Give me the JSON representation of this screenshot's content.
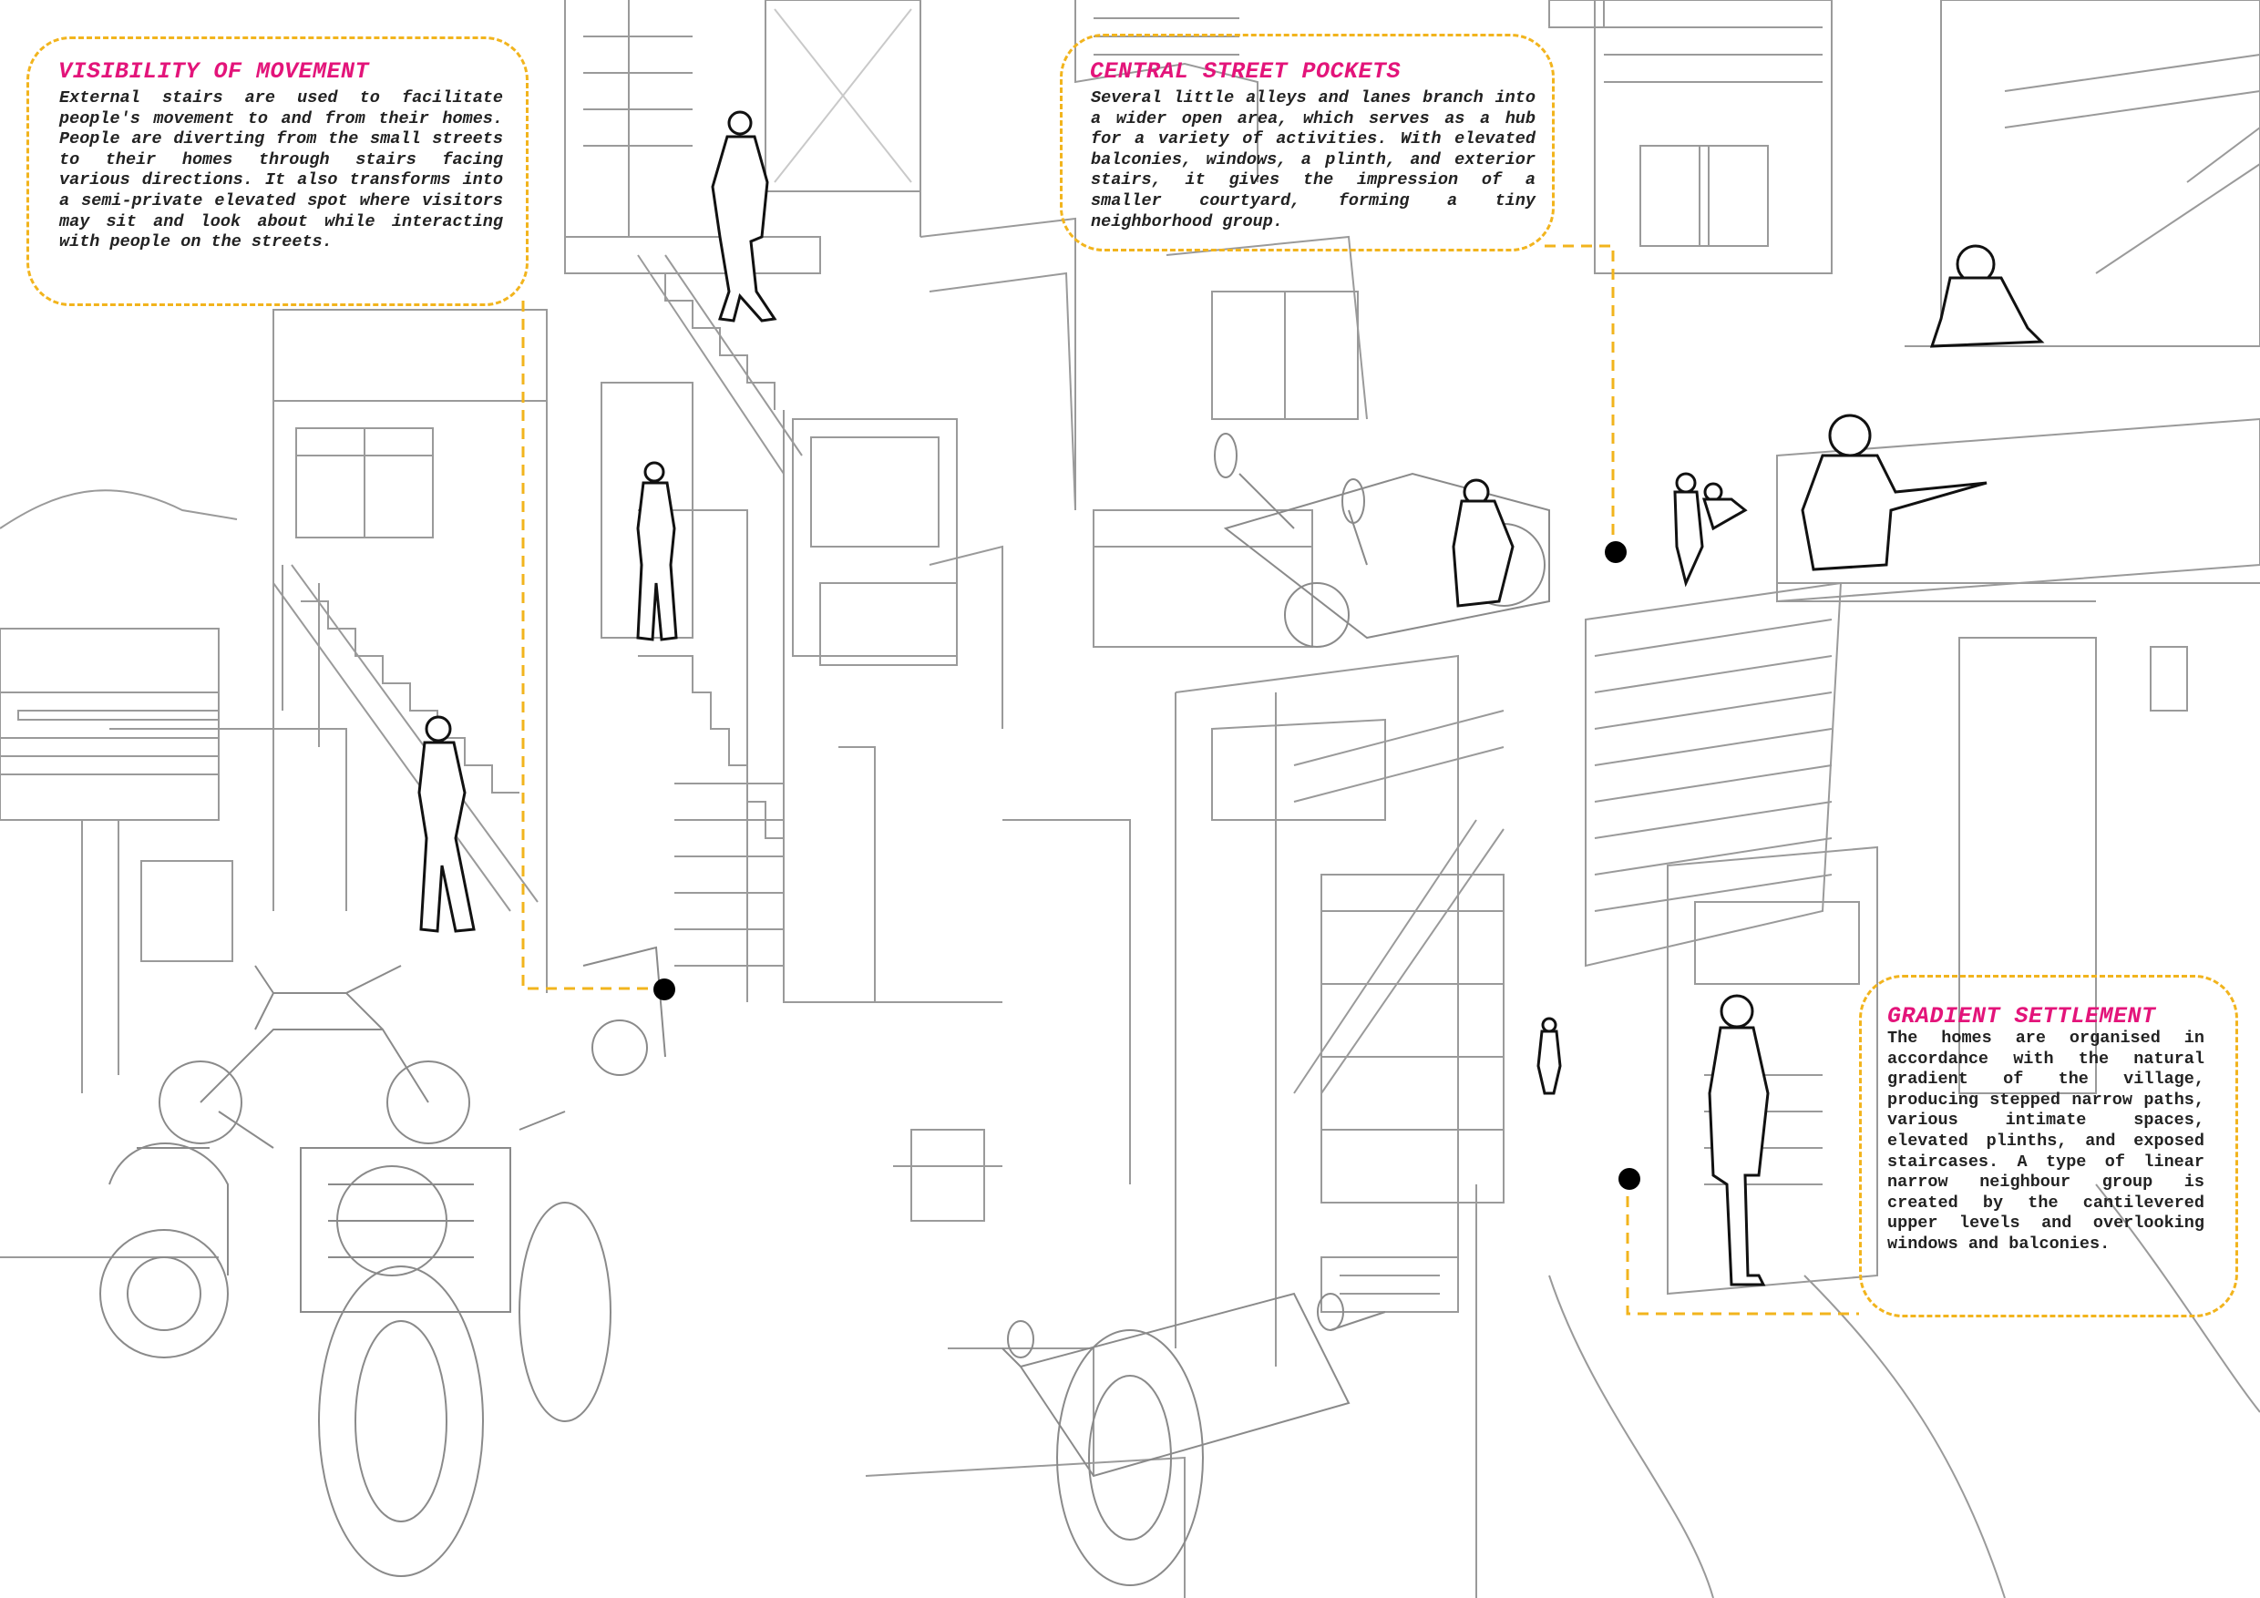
{
  "palette": {
    "title_color": "#e3147a",
    "leader_color": "#f2b41d",
    "line_color": "#9a9a9a",
    "figure_color": "#111111"
  },
  "callouts": {
    "movement": {
      "title": "VISIBILITY OF MOVEMENT",
      "body": "External stairs are used to facilitate people's movement to and from their homes. People are diverting from the small streets to their homes through stairs facing various directions. It also transforms into a semi-private elevated spot where visitors may sit and look about while interacting with people on the streets."
    },
    "pockets": {
      "title": "CENTRAL STREET POCKETS",
      "body": "Several little alleys and lanes branch into a wider open area, which serves as a hub for a variety of activities. With elevated balconies, windows, a plinth, and exterior stairs, it gives the impression of a smaller courtyard, forming a tiny neighborhood group."
    },
    "gradient": {
      "title": "GRADIENT SETTLEMENT",
      "body": "The homes are organised in accordance with the natural gradient of the village, producing stepped narrow paths, various intimate spaces, elevated plinths, and exposed staircases. A type of linear narrow neighbour group is created by the cantilevered upper levels and overlooking windows and balconies."
    }
  }
}
